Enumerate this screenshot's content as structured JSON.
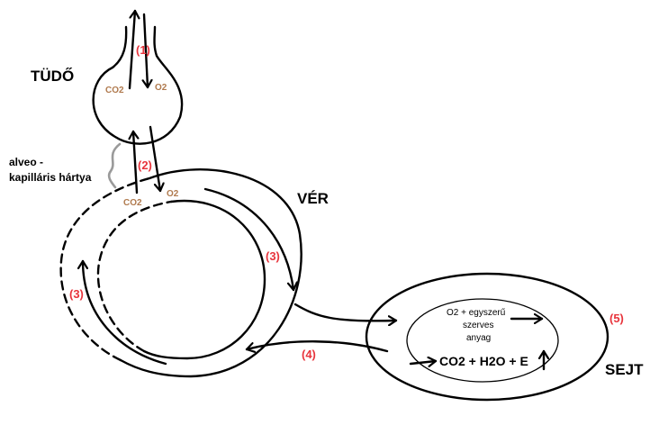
{
  "labels": {
    "lung": "TÜDŐ",
    "blood": "VÉR",
    "cell": "SEJT",
    "membrane_line1": "alveo -",
    "membrane_line2": "kapilláris hártya"
  },
  "gases": {
    "co2_lung": "CO2",
    "o2_lung": "O2",
    "co2_blood": "CO2",
    "o2_blood": "O2"
  },
  "steps": {
    "s1": "(1)",
    "s2": "(2)",
    "s3_right": "(3)",
    "s3_left": "(3)",
    "s4": "(4)",
    "s5": "(5)"
  },
  "cell_content": {
    "reactants_line1": "O2 + egyszerű",
    "reactants_line2": "szerves",
    "reactants_line3": "anyag",
    "products": "CO2 + H2O + E"
  },
  "colors": {
    "step_number": "#e8343c",
    "gas_label": "#b07a4e",
    "membrane": "#9a9a9a",
    "line": "#000000"
  }
}
